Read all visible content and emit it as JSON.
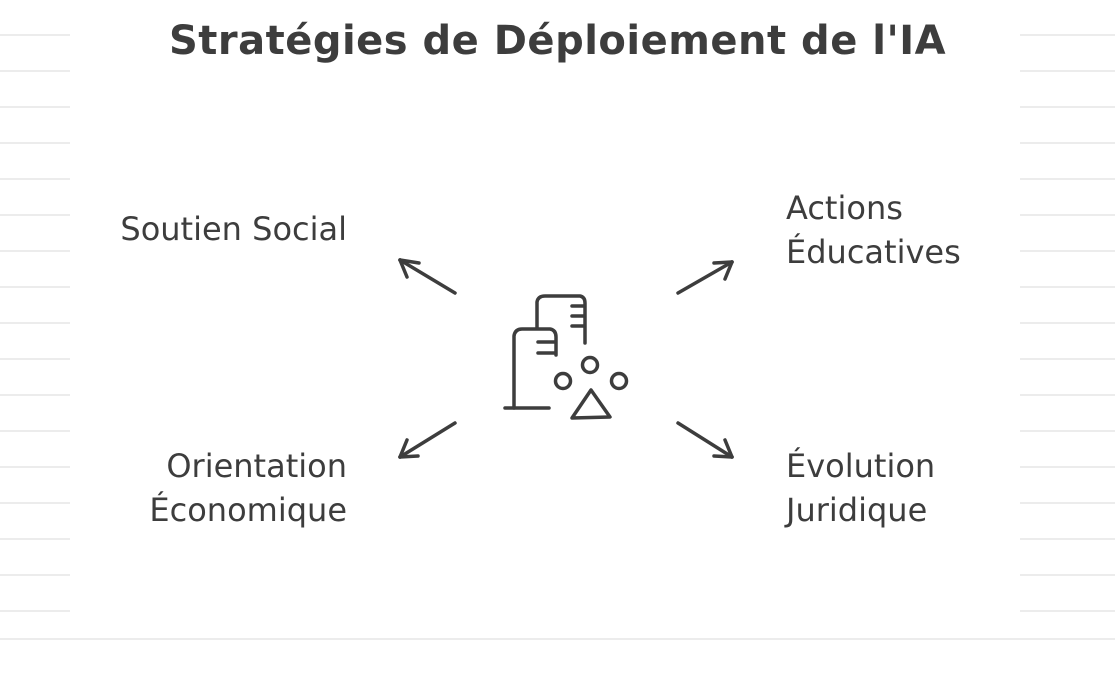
{
  "title": "Stratégies de Déploiement de l'IA",
  "branches": {
    "top_left": {
      "lines": [
        "Soutien Social"
      ]
    },
    "top_right": {
      "lines": [
        "Actions",
        "Éducatives"
      ]
    },
    "bottom_left": {
      "lines": [
        "Orientation",
        "Économique"
      ]
    },
    "bottom_right": {
      "lines": [
        "Évolution",
        "Juridique"
      ]
    }
  },
  "center_icon": "ai-deployment-icon",
  "colors": {
    "ink": "#3d3d3d",
    "background": "#ffffff",
    "rule_lines": "#ececec"
  }
}
